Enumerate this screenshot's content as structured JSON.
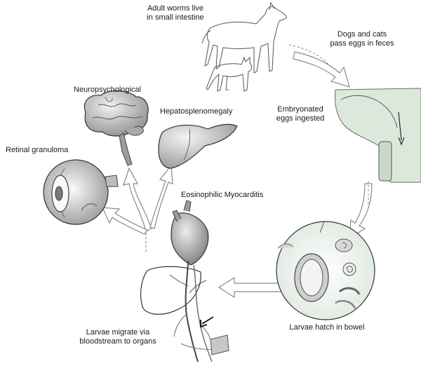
{
  "stages": {
    "adult": {
      "line1": "Adult worms live",
      "line2": "in small intestine"
    },
    "pass_eggs": {
      "line1": "Dogs and cats",
      "line2": "pass eggs in feces"
    },
    "ingested": {
      "line1": "Embryonated",
      "line2": "eggs ingested"
    },
    "hatch": {
      "label": "Larvae hatch in bowel"
    },
    "migrate": {
      "line1": "Larvae migrate via",
      "line2": "bloodstream to organs"
    }
  },
  "organs": {
    "brain": "Neuropsychological",
    "liver": "Hepatosplenomegaly",
    "eye": "Retinal granuloma",
    "heart": "Eosinophilic Myocarditis"
  },
  "colors": {
    "mint_tint": "#dbe9dc",
    "outline": "#3a3a3a",
    "arrow_fill": "#ffffff",
    "arrow_stroke": "#8a8a8a",
    "organ_fill": "#c9c9c9"
  }
}
